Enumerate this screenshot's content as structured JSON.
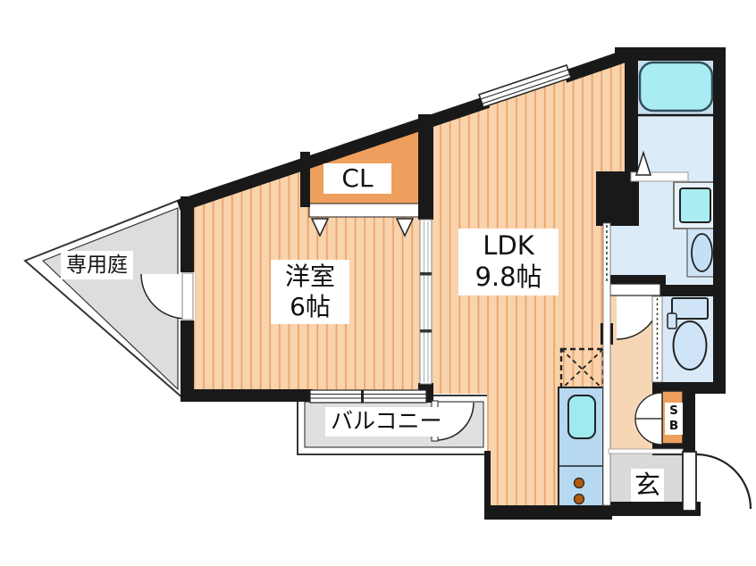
{
  "plan_title": "1LDK apartment floor plan",
  "rooms": {
    "private_garden": {
      "label": "専用庭"
    },
    "western_room": {
      "name": "洋室",
      "size": "6帖"
    },
    "ldk": {
      "name": "LDK",
      "size": "9.8帖"
    },
    "closet": {
      "label": "CL"
    },
    "balcony": {
      "label": "バルコニー"
    },
    "entrance": {
      "label": "玄"
    },
    "shoe_box": {
      "letters": [
        "S",
        "B"
      ]
    }
  },
  "fixtures": [
    "bathtub",
    "washing-machine-space",
    "washbasin",
    "toilet",
    "kitchen-sink",
    "stove-burners",
    "refrigerator-space",
    "sliding-doors",
    "swing-doors",
    "windows"
  ],
  "colors": {
    "wall": "#191919",
    "floor": "#f8d3ac",
    "floor_stripe": "#eca26c",
    "closet_fill": "#ef9f5d",
    "shoe_box_fill": "#ef9f5d",
    "hall_fill": "#f6d6b5",
    "garden_fill": "#dddde0",
    "balcony_fill": "#e0e0e3",
    "entrance_fill": "#dadadc",
    "bath_fill": "#c8dff0",
    "washroom_fill": "#dcebf8",
    "toilet_fill": "#d9e9f7",
    "tub_fill": "#a9edf2",
    "kitchen_counter": "#b6d8f0",
    "kitchen_sink": "#9eeaef",
    "burner": "#b2590f"
  }
}
